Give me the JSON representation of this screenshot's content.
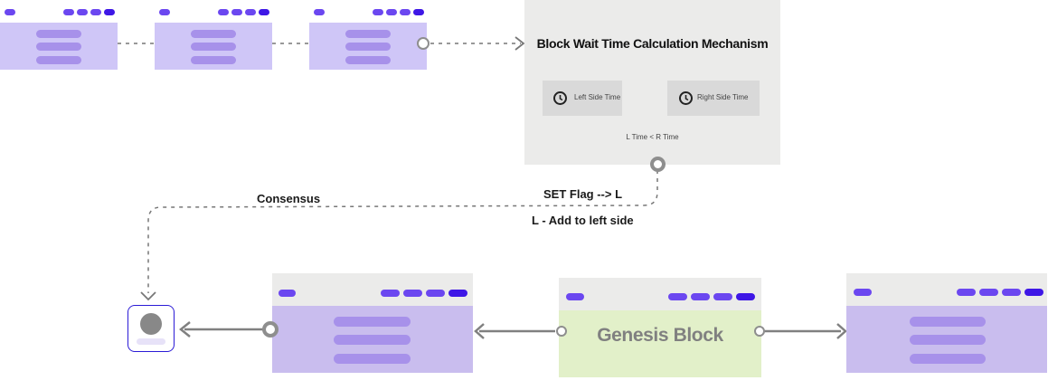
{
  "mechanism": {
    "title": "Block Wait Time Calculation Mechanism",
    "left_button": "Left Side Time",
    "right_button": "Right Side Time",
    "condition": "L Time < R Time",
    "left_icon": "clock-icon",
    "right_icon": "clock-icon"
  },
  "edges": {
    "set_flag": "SET Flag --> L",
    "add_left": "L - Add to left side",
    "consensus": "Consensus"
  },
  "genesis": {
    "label": "Genesis Block",
    "color": "#e2f0c9"
  },
  "colors": {
    "accent": "#6b47f0",
    "accent_dark": "#3e17e6",
    "block_body": "#c9bdee",
    "header": "#ebebea"
  }
}
